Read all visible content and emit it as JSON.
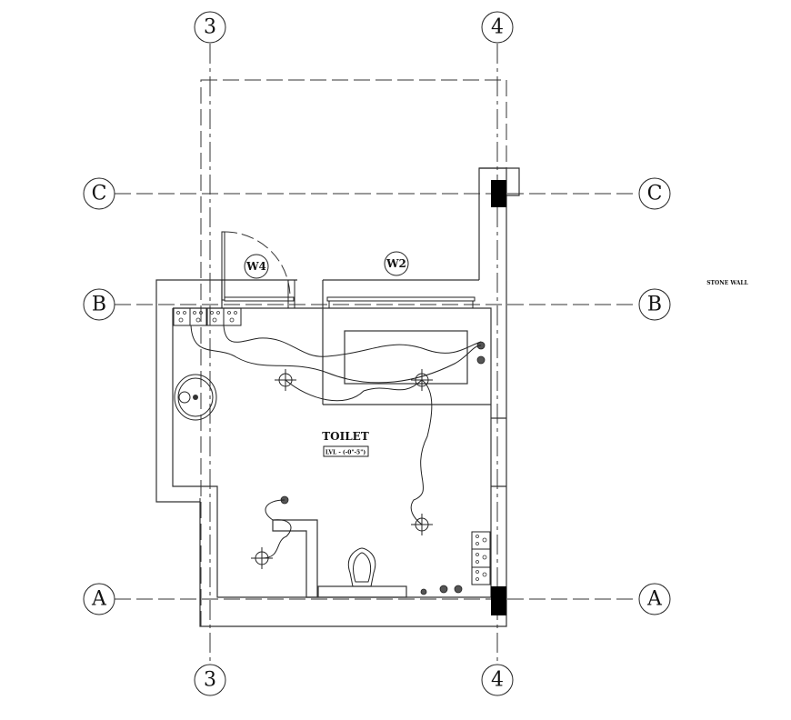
{
  "grid": {
    "columns": [
      "3",
      "4"
    ],
    "rows": [
      "C",
      "B",
      "A"
    ]
  },
  "tags": {
    "door": "W4",
    "window": "W2"
  },
  "room": {
    "name": "TOILET",
    "level": "LVL - (-0\"-5\")"
  },
  "note": "STONE WALL",
  "colors": {
    "lines": "#333333",
    "columns": "#000000",
    "background": "#ffffff"
  }
}
